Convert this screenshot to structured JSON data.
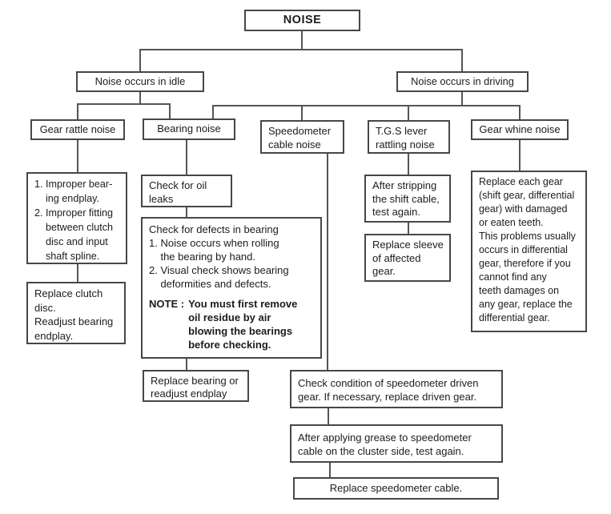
{
  "root": {
    "label": "NOISE"
  },
  "conditions": {
    "idle": {
      "label": "Noise occurs in idle"
    },
    "driving": {
      "label": "Noise occurs in driving"
    }
  },
  "branches": {
    "gear_rattle": {
      "label": "Gear rattle noise",
      "causes": "1. Improper bear-\n    ing endplay.\n2. Improper fitting\n    between clutch\n    disc and input\n    shaft spline.",
      "remedy": "Replace clutch\ndisc.\nReadjust bearing\nendplay."
    },
    "bearing": {
      "label": "Bearing noise",
      "step1": "Check for oil\nleaks",
      "step2_body": "Check for defects in bearing\n1. Noise occurs when rolling\n    the bearing by hand.\n2. Visual check shows bearing\n    deformities and defects.",
      "step2_note_label": "NOTE :",
      "step2_note_text": "You must first remove\noil residue by air\nblowing the bearings\nbefore checking.",
      "remedy": "Replace bearing or\nreadjust endplay"
    },
    "speedometer": {
      "label": "Speedometer\ncable noise",
      "step1": "Check condition of speedometer driven\ngear. If necessary, replace driven gear.",
      "step2": "After applying grease to speedometer\ncable on the cluster side, test again.",
      "remedy": "Replace speedometer cable."
    },
    "tgs": {
      "label": "T.G.S lever\nrattling noise",
      "step1": "After stripping\nthe shift cable,\ntest again.",
      "remedy": "Replace sleeve\nof affected\ngear."
    },
    "gear_whine": {
      "label": "Gear whine noise",
      "remedy": "Replace each gear\n(shift gear, differential\ngear) with damaged\nor eaten teeth.\nThis problems usually\noccurs in differential\ngear, therefore if you\ncannot find any\nteeth damages on\nany gear, replace the\ndifferential gear."
    }
  },
  "colors": {
    "line": "#555555",
    "border": "#474747",
    "text": "#1c1c1c",
    "background": "#ffffff"
  }
}
